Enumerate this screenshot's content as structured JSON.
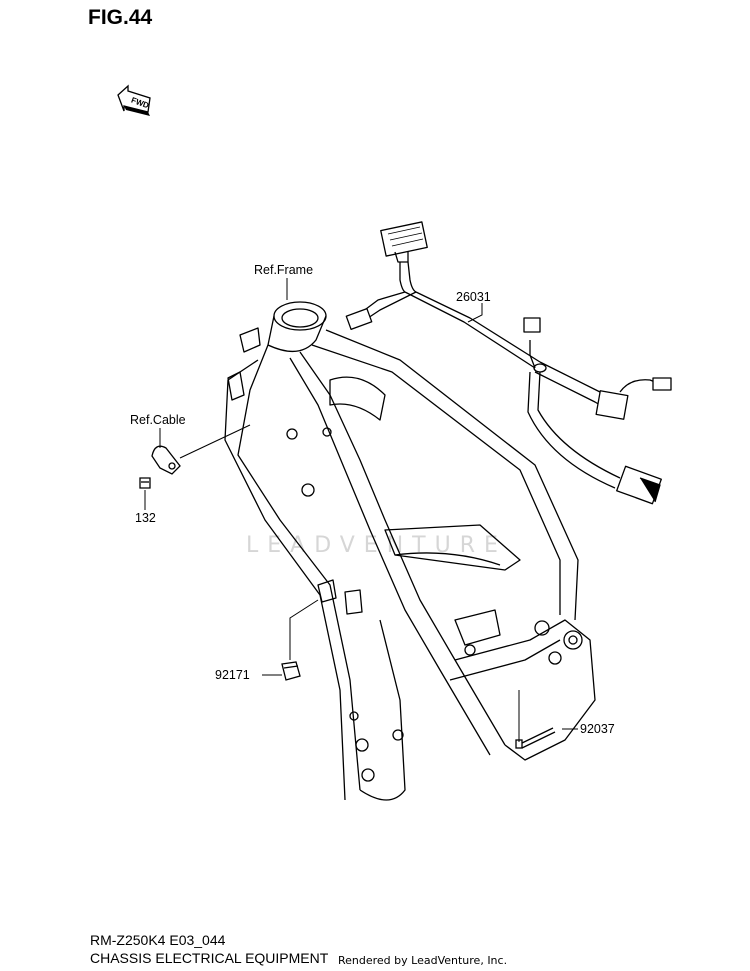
{
  "figure": {
    "title": "FIG.44",
    "model_code": "RM-Z250K4 E03_044",
    "caption": "CHASSIS ELECTRICAL EQUIPMENT",
    "credit": "Rendered by LeadVenture, Inc.",
    "watermark": "LEADVENTURE"
  },
  "direction_arrow": {
    "text": "FWD",
    "icon": "fwd-arrow-icon"
  },
  "reference_labels": {
    "frame": "Ref.Frame",
    "cable": "Ref.Cable"
  },
  "parts": [
    {
      "number": "26031",
      "item": "wiring-harness"
    },
    {
      "number": "132",
      "item": "cable-clamp-bolt"
    },
    {
      "number": "92171",
      "item": "clamp"
    },
    {
      "number": "92037",
      "item": "band-tie"
    }
  ]
}
